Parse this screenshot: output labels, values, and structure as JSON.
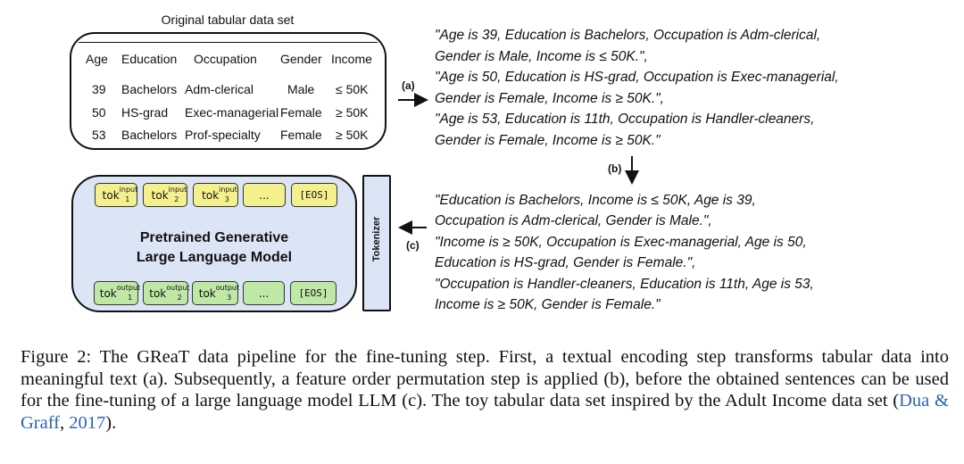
{
  "figure": {
    "table": {
      "title": "Original tabular data set",
      "headers": [
        "Age",
        "Education",
        "Occupation",
        "Gender",
        "Income"
      ],
      "rows": [
        [
          "39",
          "Bachelors",
          "Adm-clerical",
          "Male",
          "≤ 50K"
        ],
        [
          "50",
          "HS-grad",
          "Exec-managerial",
          "Female",
          "≥ 50K"
        ],
        [
          "53",
          "Bachelors",
          "Prof-specialty",
          "Female",
          "≥ 50K"
        ]
      ]
    },
    "step_labels": {
      "a": "(a)",
      "b": "(b)",
      "c": "(c)"
    },
    "encoded_text": [
      "\"Age is 39, Education is Bachelors, Occupation is Adm-clerical,",
      "Gender is Male, Income is  ≤ 50K.\",",
      "\"Age is 50, Education is HS-grad, Occupation is Exec-managerial,",
      "Gender is Female, Income is  ≥ 50K.\",",
      "\"Age is 53, Education is 11th, Occupation is Handler-cleaners,",
      "Gender is Female, Income is  ≥ 50K.\""
    ],
    "permuted_text": [
      "\"Education is Bachelors, Income is  ≤ 50K, Age is 39,",
      "Occupation is Adm-clerical, Gender is Male.\",",
      "\"Income is  ≥ 50K, Occupation is Exec-managerial, Age is 50,",
      "Education is HS-grad, Gender is Female.\",",
      "\"Occupation is Handler-cleaners, Education is 11th, Age is 53,",
      "Income is  ≥ 50K, Gender is Female.\""
    ],
    "llm": {
      "title_line1": "Pretrained Generative",
      "title_line2": "Large Language Model",
      "input_tokens": [
        {
          "base": "tok",
          "sup": "input",
          "sub": "1"
        },
        {
          "base": "tok",
          "sup": "input",
          "sub": "2"
        },
        {
          "base": "tok",
          "sup": "input",
          "sub": "3"
        },
        {
          "base": "...",
          "sup": "",
          "sub": ""
        },
        {
          "base": "[EOS]",
          "sup": "",
          "sub": ""
        }
      ],
      "output_tokens": [
        {
          "base": "tok",
          "sup": "output",
          "sub": "1"
        },
        {
          "base": "tok",
          "sup": "output",
          "sub": "2"
        },
        {
          "base": "tok",
          "sup": "output",
          "sub": "3"
        },
        {
          "base": "...",
          "sup": "",
          "sub": ""
        },
        {
          "base": "[EOS]",
          "sup": "",
          "sub": ""
        }
      ]
    },
    "tokenizer_label": "Tokenizer"
  },
  "caption": {
    "text": "Figure 2: The GReaT data pipeline for the fine-tuning step. First, a textual encoding step transforms tabular data into meaningful text (a). Subsequently, a feature order permutation step is applied (b), before the obtained sentences can be used for the fine-tuning of a large language model LLM (c). The toy tabular data set inspired by the Adult Income data set (",
    "cite_authors": "Dua & Graff",
    "cite_sep": ", ",
    "cite_year": "2017",
    "end": ")."
  }
}
